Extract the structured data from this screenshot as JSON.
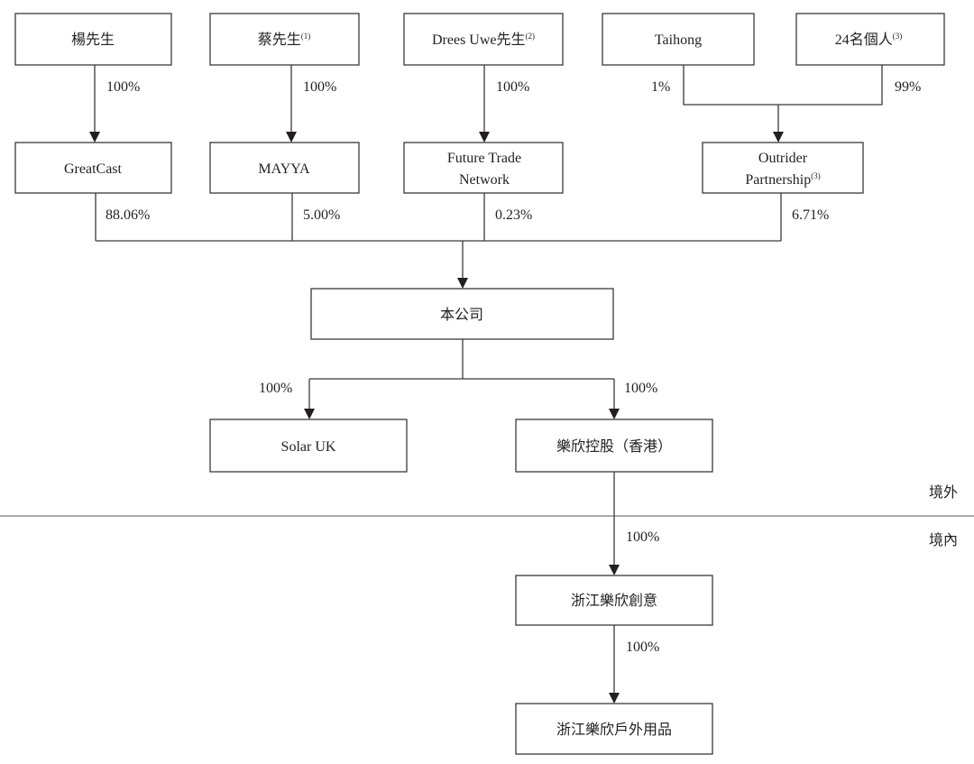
{
  "entities": {
    "yang": {
      "label": "楊先生"
    },
    "cai": {
      "label": "蔡先生",
      "note": "(1)"
    },
    "drees": {
      "label": "Drees Uwe先生",
      "note": "(2)"
    },
    "taihong": {
      "label": "Taihong"
    },
    "individuals": {
      "label": "24名個人",
      "note": "(3)"
    },
    "greatcast": {
      "label": "GreatCast"
    },
    "mayya": {
      "label": "MAYYA"
    },
    "future": {
      "line1": "Future Trade",
      "line2": "Network"
    },
    "outrider": {
      "line1": "Outrider",
      "line2": "Partnership",
      "note": "(3)"
    },
    "company": {
      "label": "本公司"
    },
    "solar_uk": {
      "label": "Solar UK"
    },
    "lexin_hk": {
      "label": "樂欣控股（香港）"
    },
    "zj_creative": {
      "label": "浙江樂欣創意"
    },
    "zj_outdoor": {
      "label": "浙江樂欣戶外用品"
    }
  },
  "percentages": {
    "yang_greatcast": "100%",
    "cai_mayya": "100%",
    "drees_future": "100%",
    "taihong_outrider": "1%",
    "individuals_outrider": "99%",
    "greatcast_company": "88.06%",
    "mayya_company": "5.00%",
    "future_company": "0.23%",
    "outrider_company": "6.71%",
    "company_solar": "100%",
    "company_lexin_hk": "100%",
    "lexin_hk_creative": "100%",
    "creative_outdoor": "100%"
  },
  "regions": {
    "offshore": "境外",
    "onshore": "境內"
  }
}
